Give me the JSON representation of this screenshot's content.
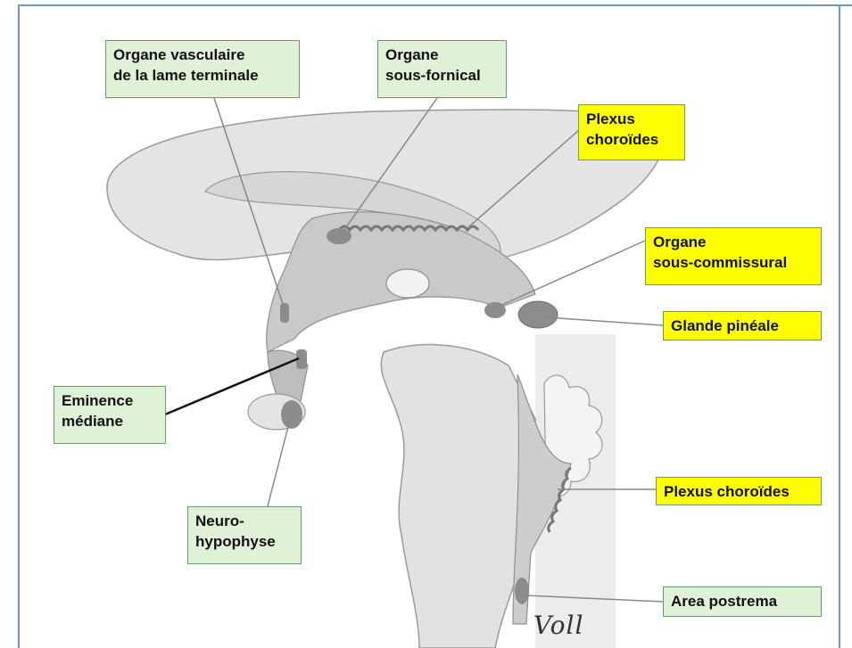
{
  "labels": {
    "ovlt": "Organe vasculaire\nde la lame terminale",
    "sfo": "Organe\nsous-fornical",
    "plexus_top": "Plexus\nchoroïdes",
    "sco": "Organe\nsous-commissural",
    "pineal": "Glande pinéale",
    "eminence": "Eminence\nmédiane",
    "neurohypophysis": "Neuro-\nhypophyse",
    "plexus_bottom": "Plexus choroïdes",
    "area_postrema": "Area postrema"
  },
  "signature": "Voll",
  "colors": {
    "green_label": "#dff1d6",
    "yellow_label": "#ffff00",
    "label_border": "#62a064",
    "frame_border": "#6f96c8",
    "tissue_light": "#e6e6e6",
    "tissue_mid": "#d3d3d3",
    "organ_dark": "#8c8c8c"
  }
}
